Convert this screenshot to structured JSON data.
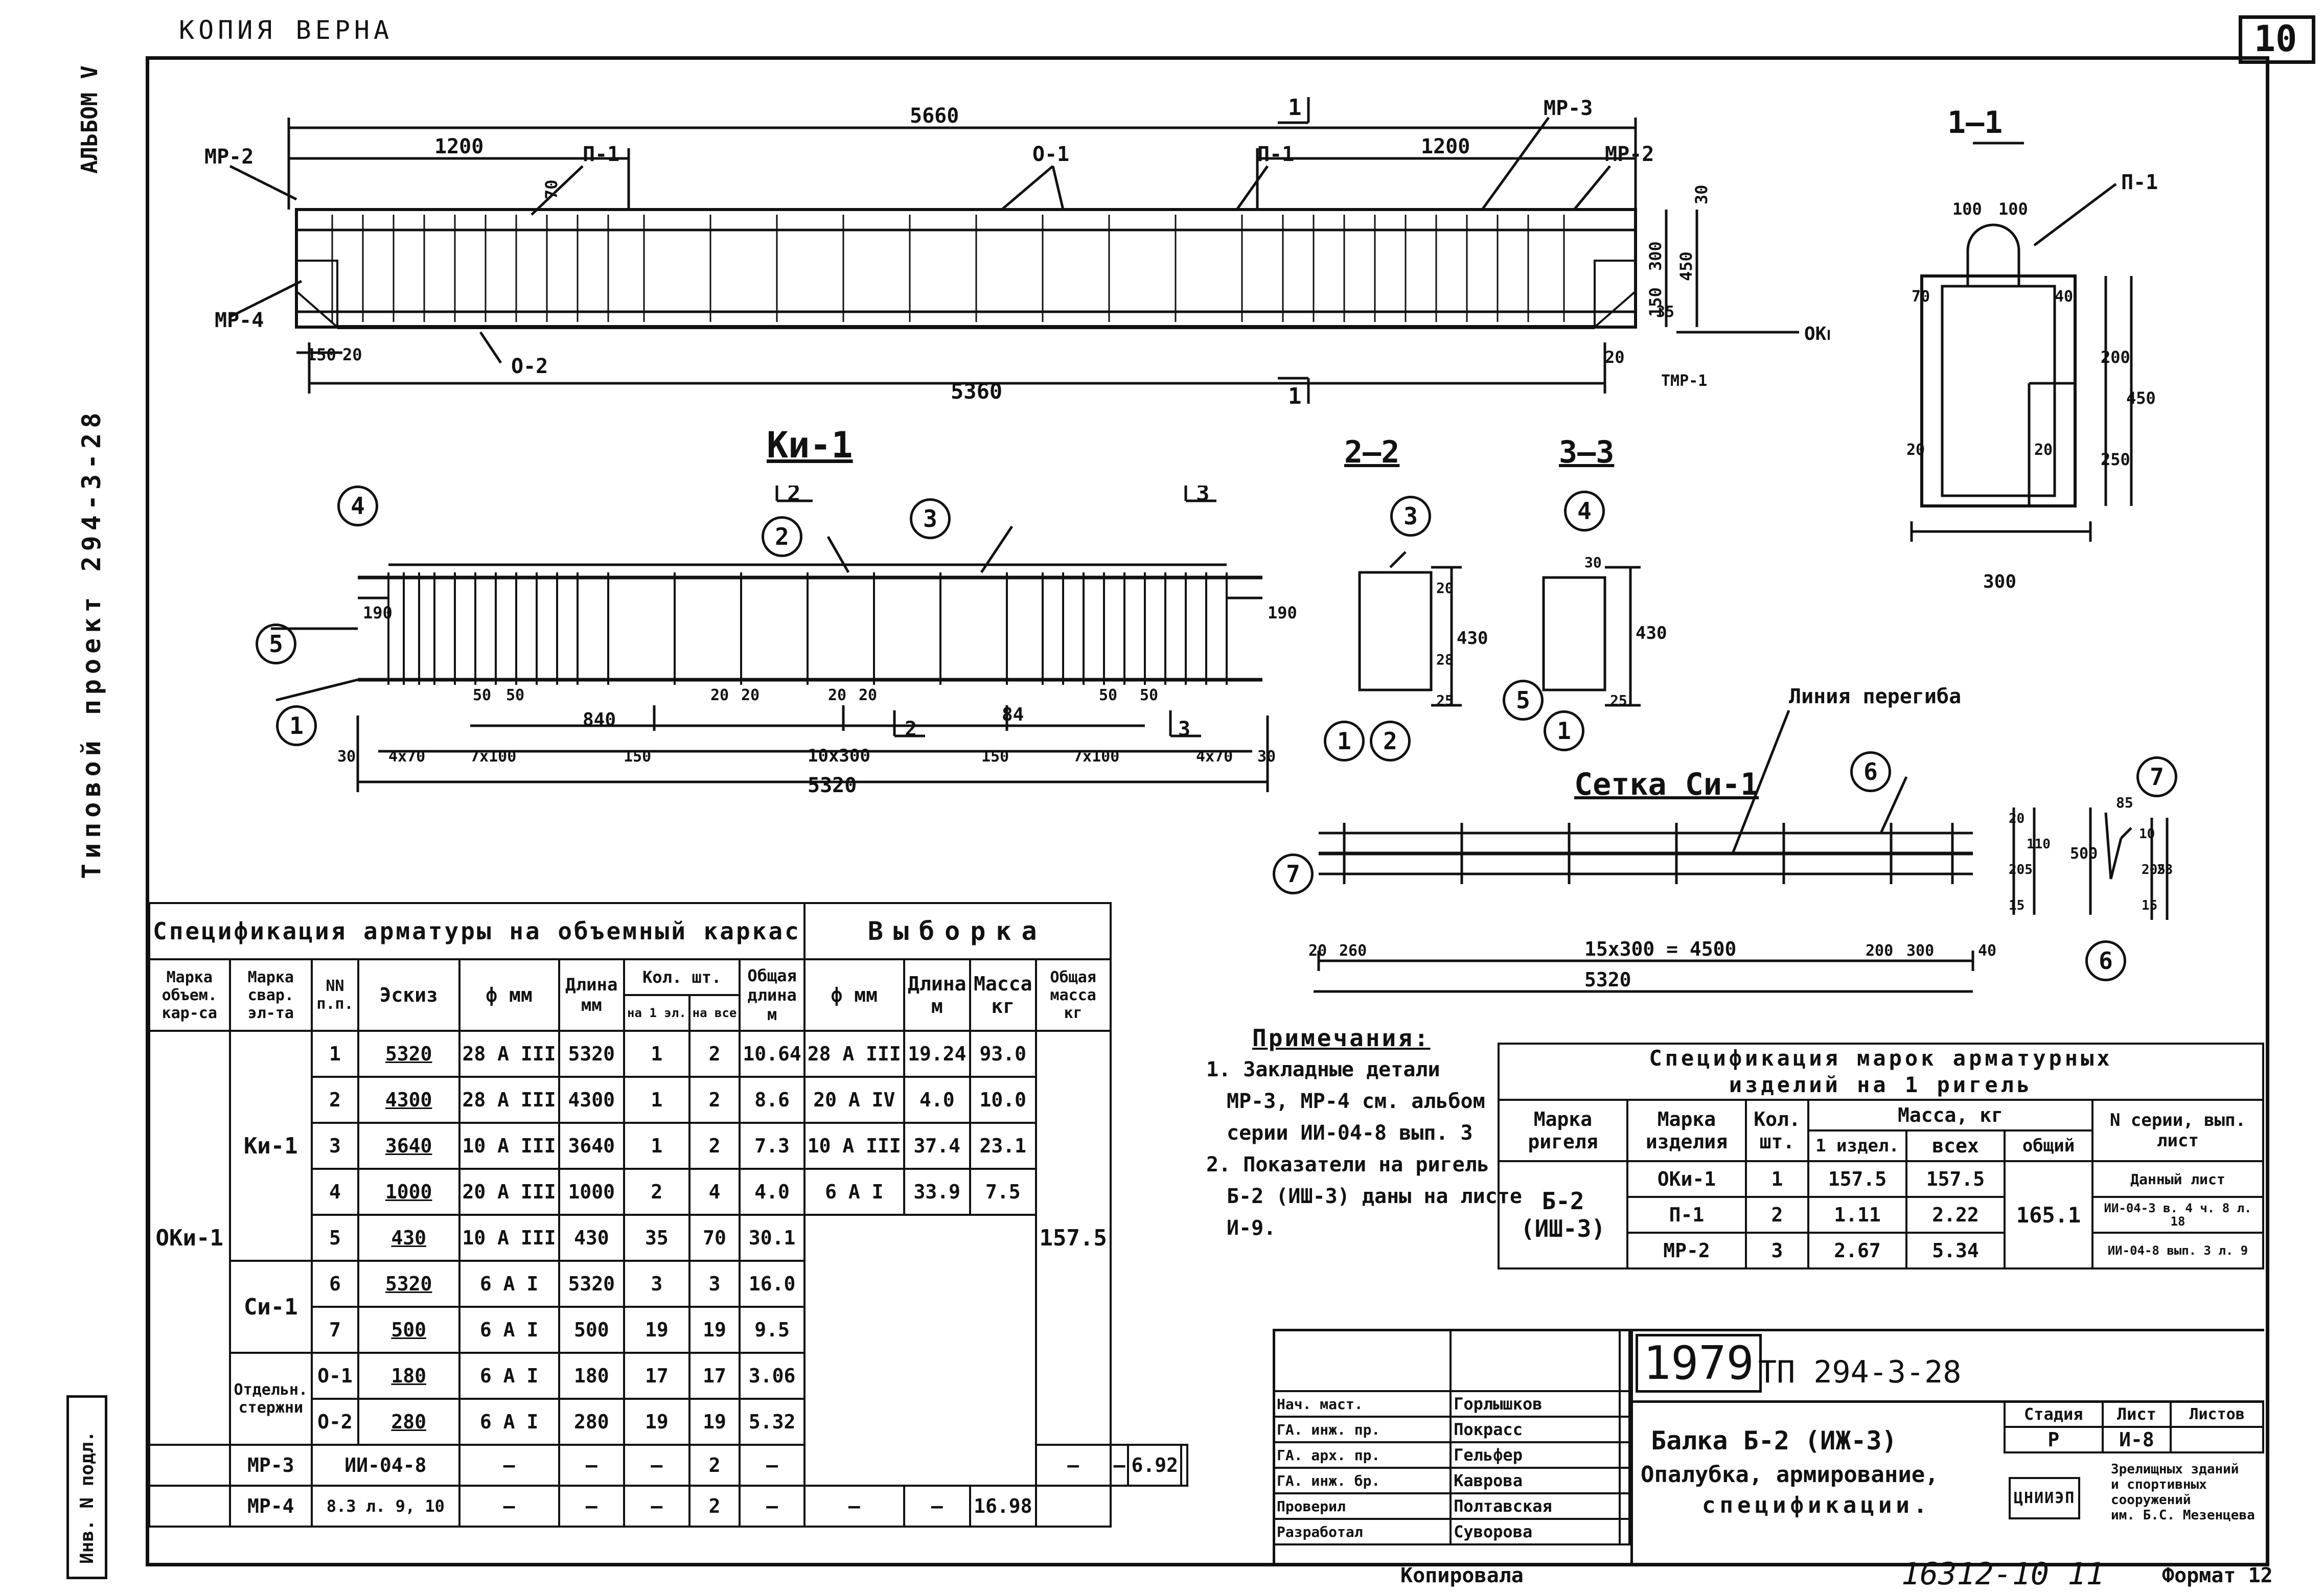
{
  "header": {
    "copy_true": "КОПИЯ ВЕРНА",
    "album": "АЛЬБОМ V",
    "project_side": "Типовой проект 294-3-28",
    "sheet_number": "10",
    "inv_label": "Инв. N подл."
  },
  "beam_view": {
    "dim_total": "5660",
    "dim_left": "1200",
    "dim_right": "1200",
    "dim_bottom": "5360",
    "dim_150": "150",
    "dim_20_left": "20",
    "dim_20_right": "20",
    "dim_70": "70",
    "dim_30": "30",
    "dim_300": "300",
    "dim_450": "450",
    "dim_150_right": "150",
    "dim_35": "35",
    "labels": [
      "МР-2",
      "П-1",
      "О-1",
      "П-1",
      "МР-3",
      "МР-2",
      "МР-4",
      "О-2",
      "ОКи-1",
      "ТМР-1"
    ],
    "section_mark": "1"
  },
  "section_1_1": {
    "title": "1—1",
    "dims": [
      "100",
      "100",
      "70",
      "40",
      "200",
      "450",
      "20",
      "20",
      "250",
      "300"
    ],
    "label": "П-1"
  },
  "ki1": {
    "title": "Ки-1",
    "section_2": "2",
    "section_3": "3",
    "dim_190_left": "190",
    "dim_190_right": "190",
    "dims_mid": [
      "50",
      "50",
      "20",
      "20",
      "20",
      "20",
      "50",
      "50"
    ],
    "dim_840": "840",
    "dim_84": "84",
    "dims_bottom": [
      "30",
      "4х70",
      "7х100",
      "150",
      "10х300",
      "150",
      "7х100",
      "4х70",
      "30"
    ],
    "dim_total": "5320",
    "markers": [
      "1",
      "2",
      "3",
      "4",
      "5"
    ]
  },
  "section_2_2": {
    "title": "2—2",
    "dims": [
      "20",
      "430",
      "28",
      "25"
    ],
    "markers": [
      "3",
      "1",
      "2"
    ]
  },
  "section_3_3": {
    "title": "3—3",
    "dims": [
      "30",
      "430",
      "25"
    ],
    "markers": [
      "4",
      "5",
      "1"
    ]
  },
  "mesh": {
    "title": "Сетка Си-1",
    "fold_line": "Линия перегиба",
    "dims_bottom": [
      "20",
      "260",
      "15х300 = 4500",
      "200",
      "300",
      "40"
    ],
    "dim_total": "5320",
    "dims_side1": [
      "20",
      "205",
      "110",
      "500",
      "15"
    ],
    "dims_side2": [
      "85",
      "10",
      "205",
      "15",
      "230"
    ],
    "markers": [
      "6",
      "7",
      "7",
      "6"
    ]
  },
  "spec_table": {
    "title": "Спецификация арматуры на объемный каркас",
    "selection_title": "Выборка",
    "headers": {
      "mark": "Марка объем. кар-са",
      "weld": "Марка свар. эл-та",
      "nn": "NN п.п.",
      "sketch": "Эскиз",
      "diam": "ф мм",
      "length": "Длина мм",
      "qty": "Кол. шт.",
      "qty_one": "на 1 эл.",
      "qty_all": "на все",
      "total_len": "Общая длина м",
      "sel_diam": "ф мм",
      "sel_len": "Длина м",
      "sel_mass": "Масса кг",
      "sel_total": "Общая масса кг"
    },
    "okı": "ОКи-1",
    "ki1_group": "Ки-1",
    "si1_group": "Си-1",
    "separate_group": "Отдельн. стержни",
    "rows": [
      {
        "nn": "1",
        "sketch": "5320",
        "d": "28 А III",
        "len": "5320",
        "q1": "1",
        "qa": "2",
        "tot": "10.64"
      },
      {
        "nn": "2",
        "sketch": "4300",
        "d": "28 А III",
        "len": "4300",
        "q1": "1",
        "qa": "2",
        "tot": "8.6"
      },
      {
        "nn": "3",
        "sketch": "3640",
        "d": "10 А III",
        "len": "3640",
        "q1": "1",
        "qa": "2",
        "tot": "7.3"
      },
      {
        "nn": "4",
        "sketch": "1000",
        "d": "20 А III",
        "len": "1000",
        "q1": "2",
        "qa": "4",
        "tot": "4.0"
      },
      {
        "nn": "5",
        "sketch": "430",
        "d": "10 А III",
        "len": "430",
        "q1": "35",
        "qa": "70",
        "tot": "30.1"
      },
      {
        "nn": "6",
        "sketch": "5320",
        "d": "6 А I",
        "len": "5320",
        "q1": "3",
        "qa": "3",
        "tot": "16.0"
      },
      {
        "nn": "7",
        "sketch": "500",
        "d": "6 А I",
        "len": "500",
        "q1": "19",
        "qa": "19",
        "tot": "9.5"
      },
      {
        "nn": "О-1",
        "sketch": "180",
        "d": "6 А I",
        "len": "180",
        "q1": "17",
        "qa": "17",
        "tot": "3.06"
      },
      {
        "nn": "О-2",
        "sketch": "280",
        "d": "6 А I",
        "len": "280",
        "q1": "19",
        "qa": "19",
        "tot": "5.32"
      }
    ],
    "mp3": {
      "mark": "МР-3",
      "ref": "ИИ-04-8",
      "q1": "—",
      "qa": "2",
      "tot": "—",
      "mass": "6.92"
    },
    "mp4": {
      "mark": "МР-4",
      "ref": "8.3 л. 9, 10",
      "q1": "—",
      "qa": "2",
      "tot": "—",
      "mass": "16.98"
    },
    "selection": [
      {
        "d": "28 А III",
        "len": "19.24",
        "mass": "93.0"
      },
      {
        "d": "20 А IV",
        "len": "4.0",
        "mass": "10.0"
      },
      {
        "d": "10 А III",
        "len": "37.4",
        "mass": "23.1"
      },
      {
        "d": "6 А I",
        "len": "33.9",
        "mass": "7.5"
      }
    ],
    "total_mass": "157.5",
    "dash": "—"
  },
  "notes": {
    "title": "Примечания:",
    "lines": [
      "1. Закладные детали",
      "МР-3, МР-4 см. альбом",
      "серии ИИ-04-8 вып. 3",
      "2. Показатели на ригель",
      "Б-2 (ИШ-3) даны на листе",
      "И-9."
    ]
  },
  "marks_table": {
    "title_1": "Спецификация марок арматурных",
    "title_2": "изделий на 1 ригель",
    "h_rigel": "Марка ригеля",
    "h_item": "Марка изделия",
    "h_qty": "Кол. шт.",
    "h_mass": "Масса, кг",
    "h_one": "1 издел.",
    "h_all": "всех",
    "h_total": "общий",
    "h_series": "N серии, вып. лист",
    "rigel": "Б-2 (ИШ-3)",
    "rows": [
      {
        "item": "ОКи-1",
        "qty": "1",
        "one": "157.5",
        "all": "157.5",
        "series": "Данный лист"
      },
      {
        "item": "П-1",
        "qty": "2",
        "one": "1.11",
        "all": "2.22",
        "series": "ИИ-04-3 в. 4 ч. 8 л. 18"
      },
      {
        "item": "МР-2",
        "qty": "3",
        "one": "2.67",
        "all": "5.34",
        "series": "ИИ-04-8 вып. 3 л. 9"
      }
    ],
    "total": "165.1"
  },
  "title_block": {
    "year": "1979",
    "code": "ТП 294-3-28",
    "roles": [
      "Нач. маст.",
      "ГА. инж. пр.",
      "ГА. арх. пр.",
      "ГА. инж. бр.",
      "Проверил",
      "Разработал"
    ],
    "names": [
      "Горлышков",
      "Покрасс",
      "Гельфер",
      "Каврова",
      "Полтавская",
      "Суворова"
    ],
    "title_1": "Балка Б-2 (ИЖ-3)",
    "title_2": "Опалубка, армирование,",
    "title_3": "спецификации.",
    "stage_h": "Стадия",
    "sheet_h": "Лист",
    "sheets_h": "Листов",
    "stage": "Р",
    "sheet": "И-8",
    "org_1": "Зрелищных зданий",
    "org_2": "и спортивных",
    "org_3": "сооружений",
    "org_4": "им. Б.С. Мезенцева",
    "org_logo": "ЦНИИЭП"
  },
  "footer": {
    "copied": "Копировала",
    "number": "16312-10 11",
    "format": "Формат 12"
  }
}
